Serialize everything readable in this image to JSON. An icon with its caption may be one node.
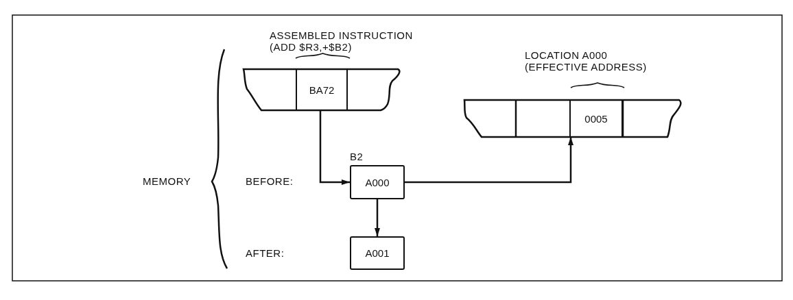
{
  "diagram": {
    "nodes": [
      {
        "text": [
          "BA72"
        ]
      },
      {
        "text": [
          "A000"
        ],
        "beside": [
          "B2"
        ]
      },
      {
        "text": [
          "A001"
        ]
      },
      {
        "text": [
          "0005"
        ]
      }
    ],
    "edges": [
      {
        "from": 0,
        "to": 1,
        "arrow": "to"
      },
      {
        "from": 1,
        "to": 3,
        "arrow": "to"
      },
      {
        "from": 1,
        "to": 2,
        "arrow": "to"
      }
    ],
    "labels": [
      "ASSEMBLED INSTRUCTION (ADD $R3,+$B2)",
      "LOCATION A000 (EFFECTIVE ADDRESS)",
      "MEMORY",
      "BEFORE:",
      "AFTER:"
    ]
  }
}
